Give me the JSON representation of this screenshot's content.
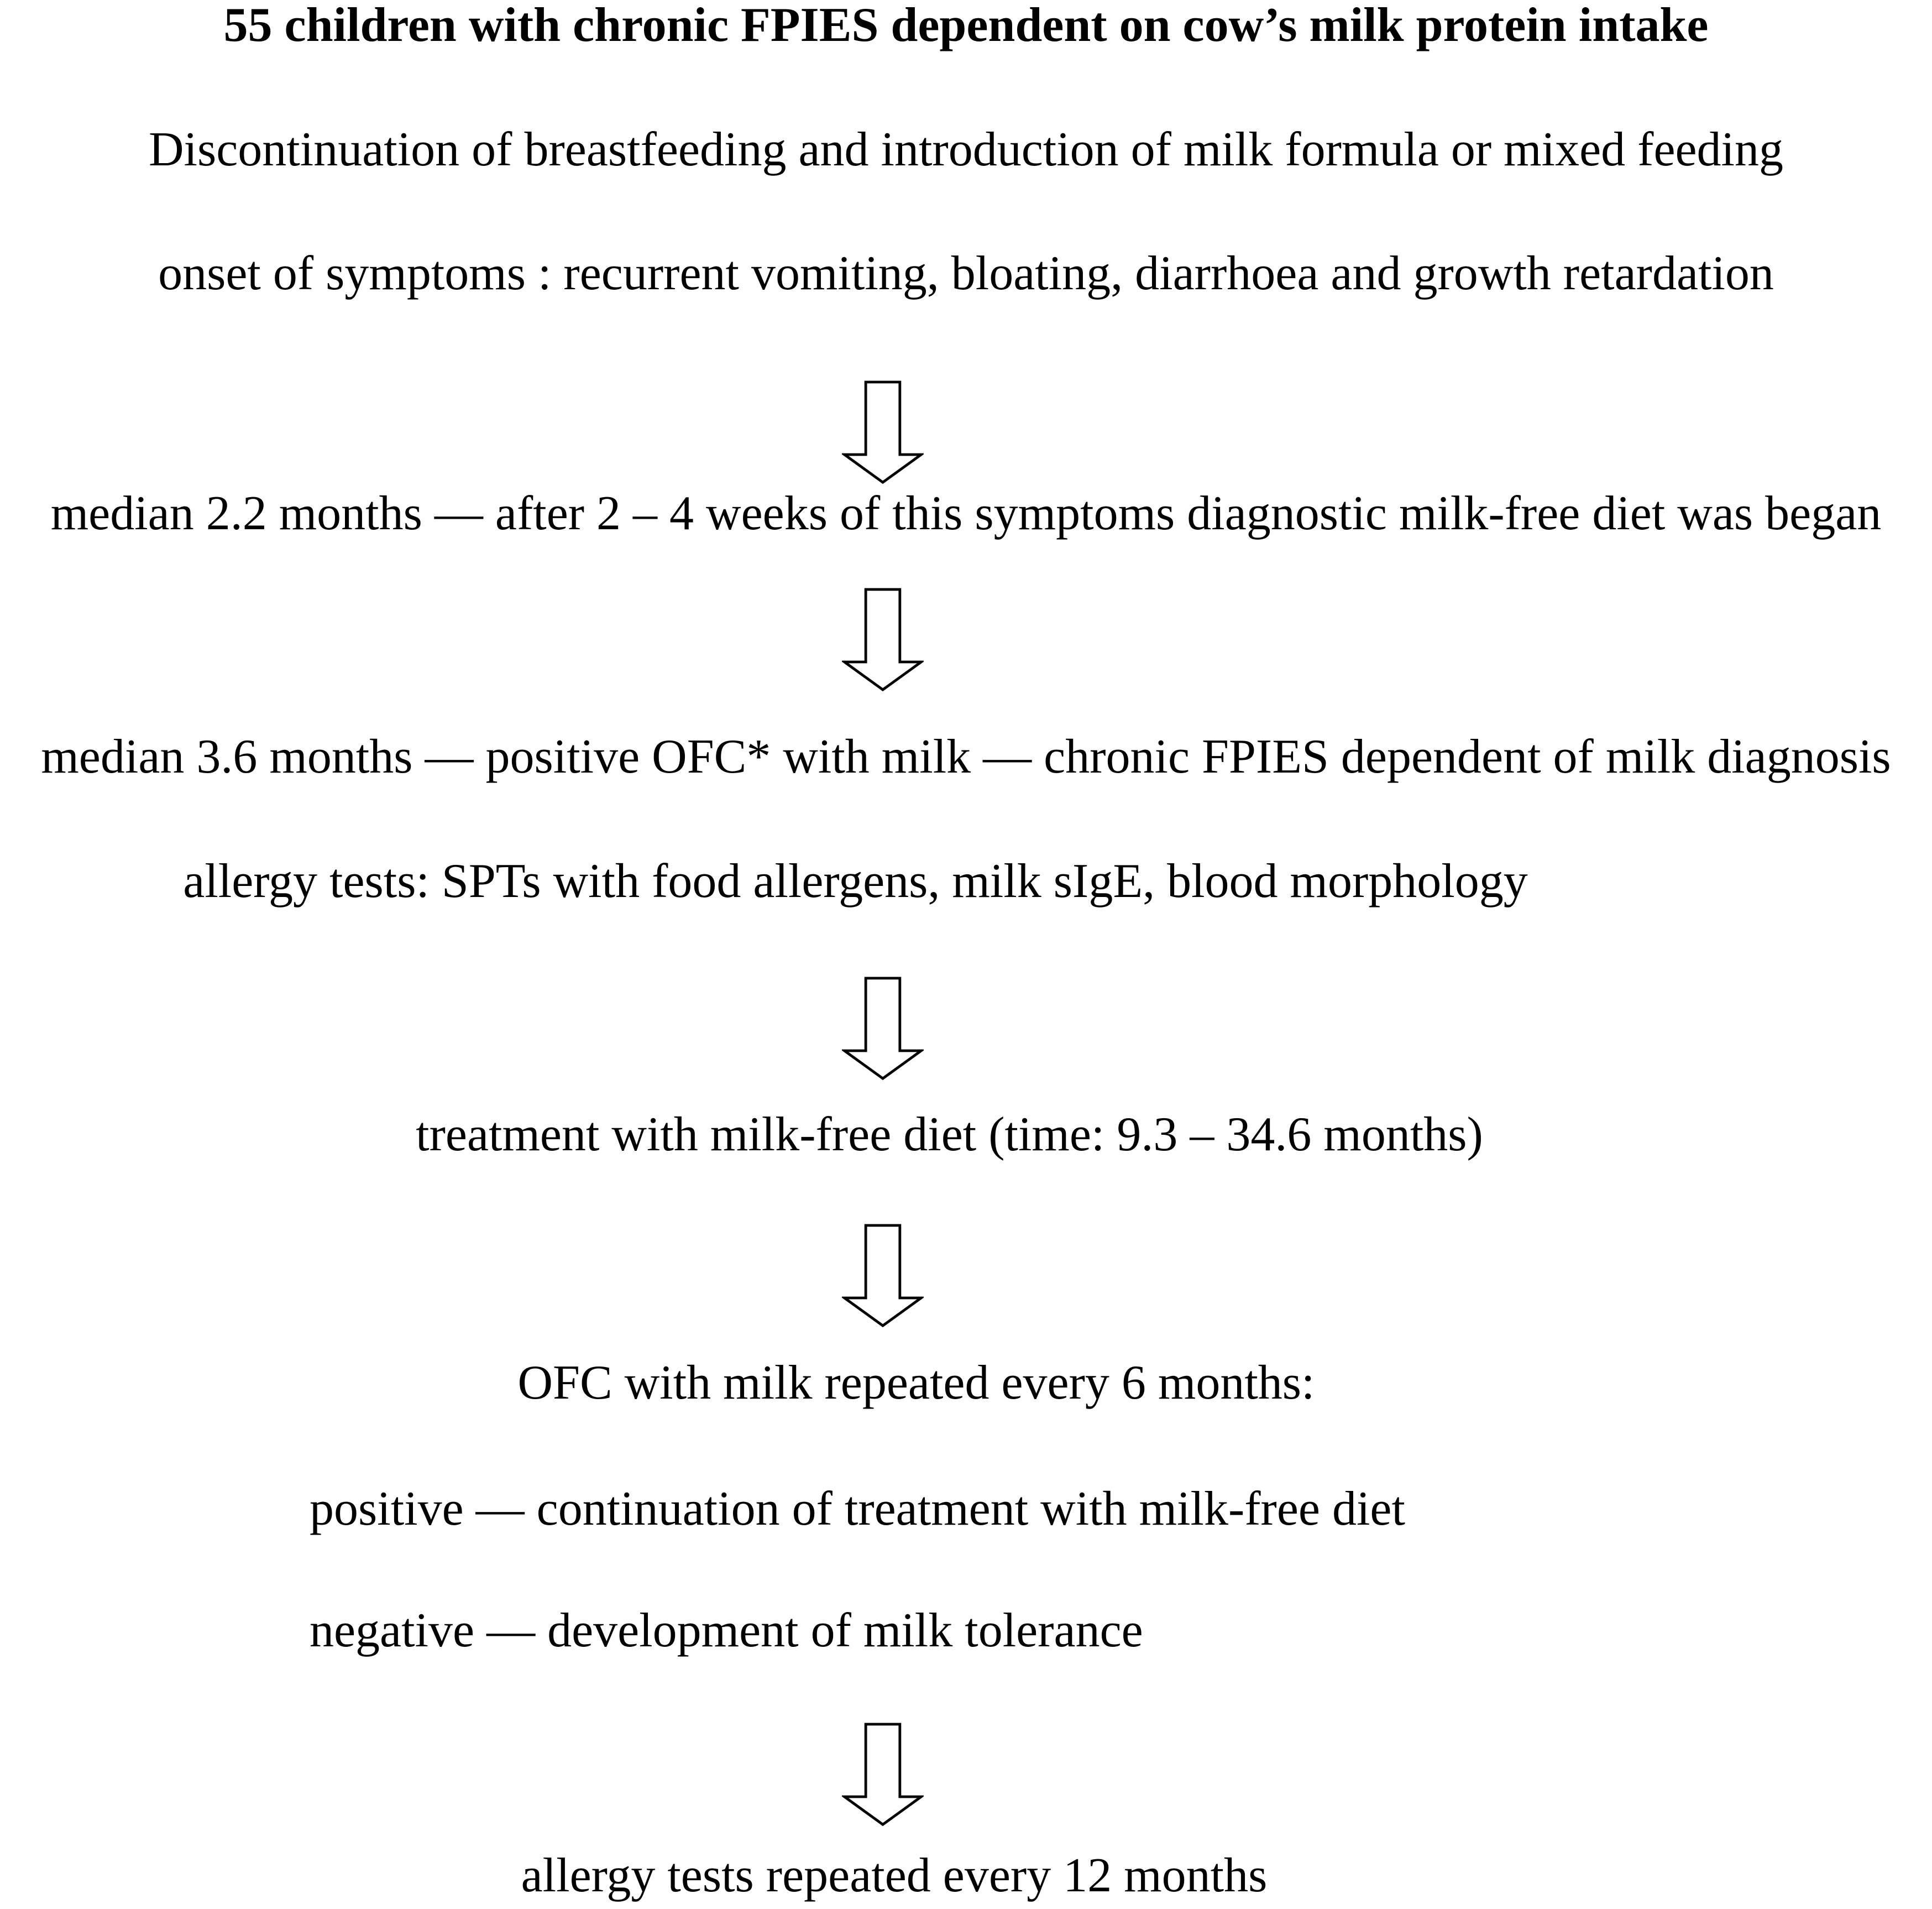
{
  "page": {
    "background_color": "#ffffff",
    "text_color": "#000000"
  },
  "flowchart": {
    "title": "55 children with chronic FPIES dependent on cow’s milk protein intake",
    "lines": [
      {
        "id": "discontinuation",
        "text": "Discontinuation of breastfeeding and introduction of milk formula or mixed feeding"
      },
      {
        "id": "onset",
        "text": "onset of symptoms : recurrent vomiting, bloating, diarrhoea and growth retardation"
      },
      {
        "id": "median-2-2",
        "text": "median 2.2 months — after 2 – 4 weeks of this symptoms diagnostic milk-free diet was began"
      },
      {
        "id": "median-3-6",
        "text": "median 3.6 months — positive OFC* with milk — chronic FPIES dependent of milk diagnosis"
      },
      {
        "id": "allergy-tests",
        "text": "allergy tests: SPTs with food allergens, milk sIgE, blood morphology"
      },
      {
        "id": "treatment",
        "text": "treatment with milk-free diet (time: 9.3 – 34.6 months)"
      },
      {
        "id": "ofc-repeated",
        "text": "OFC with milk repeated every 6 months:"
      },
      {
        "id": "positive-outcome",
        "text": "positive — continuation of treatment with milk-free diet"
      },
      {
        "id": "negative-outcome",
        "text": "negative — development of milk tolerance"
      },
      {
        "id": "allergy-repeated",
        "text": "allergy tests repeated every 12 months"
      }
    ],
    "arrow_icon": {
      "name": "down-block-arrow",
      "stroke_color": "#000000",
      "fill_color": "#ffffff",
      "count": 5
    }
  }
}
